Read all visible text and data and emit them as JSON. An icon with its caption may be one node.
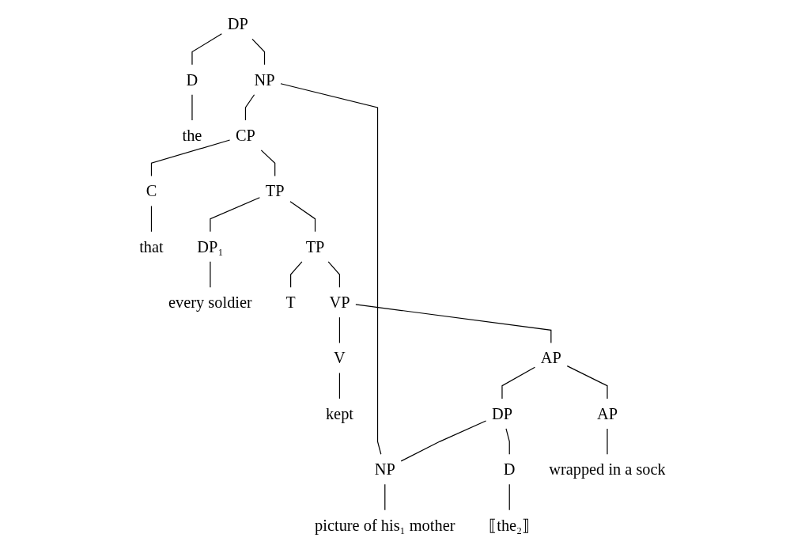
{
  "diagram": {
    "nodes": [
      {
        "text": [
          "DP"
        ]
      },
      {
        "text": [
          "D"
        ]
      },
      {
        "text": [
          "NP"
        ]
      },
      {
        "text": [
          "the"
        ]
      },
      {
        "text": [
          "CP"
        ]
      },
      {
        "text": [
          "C"
        ]
      },
      {
        "text": [
          "TP"
        ]
      },
      {
        "text": [
          "that"
        ]
      },
      {
        "text": [
          "DP₁"
        ]
      },
      {
        "text": [
          "TP"
        ]
      },
      {
        "text": [
          "every soldier"
        ]
      },
      {
        "text": [
          "T"
        ]
      },
      {
        "text": [
          "VP"
        ]
      },
      {
        "text": [
          "V"
        ]
      },
      {
        "text": [
          "AP"
        ]
      },
      {
        "text": [
          "kept"
        ]
      },
      {
        "text": [
          "DP"
        ]
      },
      {
        "text": [
          "AP"
        ]
      },
      {
        "text": [
          "NP"
        ]
      },
      {
        "text": [
          "D"
        ]
      },
      {
        "text": [
          "wrapped in a sock"
        ]
      },
      {
        "text": [
          "picture of his₁ mother"
        ]
      },
      {
        "text": [
          "⟦the₂⟧"
        ]
      }
    ],
    "edges": [
      {
        "from": 0,
        "to": 1,
        "arrow": "none"
      },
      {
        "from": 0,
        "to": 2,
        "arrow": "none"
      },
      {
        "from": 1,
        "to": 3,
        "arrow": "none"
      },
      {
        "from": 2,
        "to": 4,
        "arrow": "none"
      },
      {
        "from": 2,
        "to": 18,
        "arrow": "none"
      },
      {
        "from": 4,
        "to": 5,
        "arrow": "none"
      },
      {
        "from": 4,
        "to": 6,
        "arrow": "none"
      },
      {
        "from": 5,
        "to": 7,
        "arrow": "none"
      },
      {
        "from": 6,
        "to": 8,
        "arrow": "none"
      },
      {
        "from": 6,
        "to": 9,
        "arrow": "none"
      },
      {
        "from": 8,
        "to": 10,
        "arrow": "none"
      },
      {
        "from": 9,
        "to": 11,
        "arrow": "none"
      },
      {
        "from": 9,
        "to": 12,
        "arrow": "none"
      },
      {
        "from": 12,
        "to": 13,
        "arrow": "none"
      },
      {
        "from": 12,
        "to": 14,
        "arrow": "none"
      },
      {
        "from": 13,
        "to": 15,
        "arrow": "none"
      },
      {
        "from": 14,
        "to": 16,
        "arrow": "none"
      },
      {
        "from": 14,
        "to": 17,
        "arrow": "none"
      },
      {
        "from": 16,
        "to": 18,
        "arrow": "none"
      },
      {
        "from": 16,
        "to": 19,
        "arrow": "none"
      },
      {
        "from": 17,
        "to": 20,
        "arrow": "none"
      },
      {
        "from": 18,
        "to": 21,
        "arrow": "none"
      },
      {
        "from": 19,
        "to": 22,
        "arrow": "none"
      }
    ]
  }
}
